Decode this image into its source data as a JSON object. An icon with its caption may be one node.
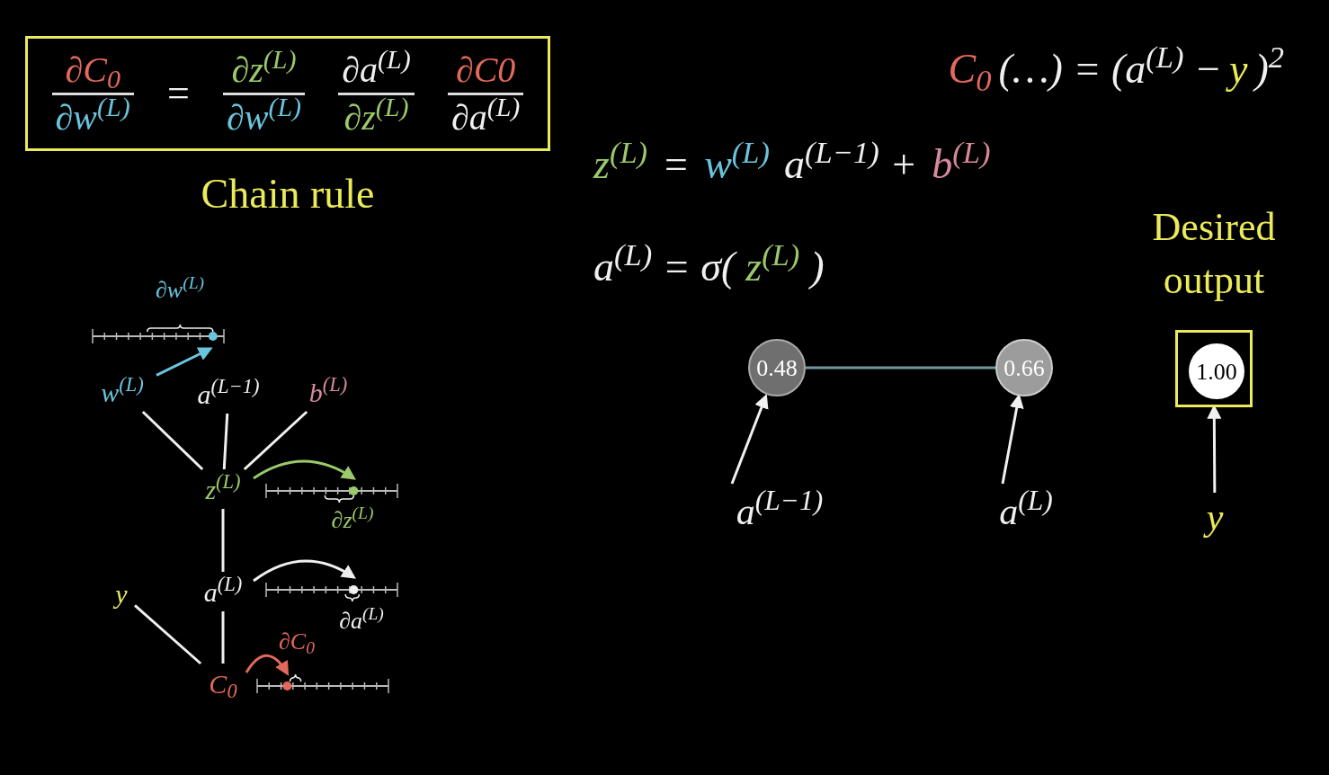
{
  "diagram": {
    "nodes": [
      {
        "text": [
          "∂C$_{0}$",
          "∂w$^{(L)}$",
          "=",
          "∂z$^{(L)}$",
          "∂w$^{(L)}$",
          "∂a$^{(L)}$",
          "∂z$^{(L)}$",
          "∂C0",
          "∂a$^{(L)}$"
        ],
        "beside": [
          "Chain rule"
        ]
      },
      {
        "text": [],
        "shape": "line",
        "beside": [
          "∂w$^{(L)}$"
        ]
      },
      {
        "text": [
          "w$^{(L)}$"
        ]
      },
      {
        "text": [
          "a$^{(L−1)}$"
        ]
      },
      {
        "text": [
          "b$^{(L)}$"
        ]
      },
      {
        "text": [
          "z$^{(L)}$"
        ]
      },
      {
        "text": [],
        "shape": "line",
        "beside": [
          "∂z$^{(L)}$"
        ]
      },
      {
        "text": [
          "y"
        ]
      },
      {
        "text": [
          "a$^{(L)}$"
        ]
      },
      {
        "text": [],
        "shape": "line",
        "beside": [
          "∂a$^{(L)}$"
        ]
      },
      {
        "text": [
          "C$_{0}$"
        ]
      },
      {
        "text": [],
        "shape": "line",
        "beside": [
          "∂C$_{0}$"
        ]
      },
      {
        "text": [
          "0.48"
        ]
      },
      {
        "text": [
          "0.66"
        ]
      },
      {
        "text": [],
        "shape": "box",
        "beside": [
          "Desired output"
        ]
      },
      {
        "text": [
          "1.00"
        ],
        "in": 14
      },
      {
        "text": [
          "a$^{(L−1)}$"
        ]
      },
      {
        "text": [
          "a$^{(L)}$"
        ]
      },
      {
        "text": [
          "y"
        ]
      }
    ],
    "edges": [
      {
        "from": 2,
        "to": 1,
        "arrow": "to",
        "color": "#6bc4dd"
      },
      {
        "from": 2,
        "to": 5,
        "arrow": "none"
      },
      {
        "from": 3,
        "to": 5,
        "arrow": "none"
      },
      {
        "from": 4,
        "to": 5,
        "arrow": "none"
      },
      {
        "from": 5,
        "to": 6,
        "arrow": "to",
        "color": "#9bc96b"
      },
      {
        "from": 5,
        "to": 8,
        "arrow": "none"
      },
      {
        "from": 8,
        "to": 9,
        "arrow": "to"
      },
      {
        "from": 7,
        "to": 10,
        "arrow": "none"
      },
      {
        "from": 8,
        "to": 10,
        "arrow": "none"
      },
      {
        "from": 10,
        "to": 11,
        "arrow": "to",
        "color": "#e2695b"
      },
      {
        "from": 12,
        "to": 13,
        "arrow": "none",
        "color": "#6e98a0"
      },
      {
        "from": 16,
        "to": 12,
        "arrow": "to"
      },
      {
        "from": 17,
        "to": 13,
        "arrow": "to"
      },
      {
        "from": 18,
        "to": 14,
        "arrow": "to"
      }
    ],
    "labels": [
      "C$_{0}$",
      "(…) = (a$^{(L)}$ −",
      "y",
      ")$^{2}$",
      "z$^{(L)}$",
      "=",
      "w$^{(L)}$",
      "a$^{(L−1)}$ +",
      "b$^{(L)}$",
      "a$^{(L)}$ = σ(",
      "z$^{(L)}$",
      ")"
    ]
  }
}
